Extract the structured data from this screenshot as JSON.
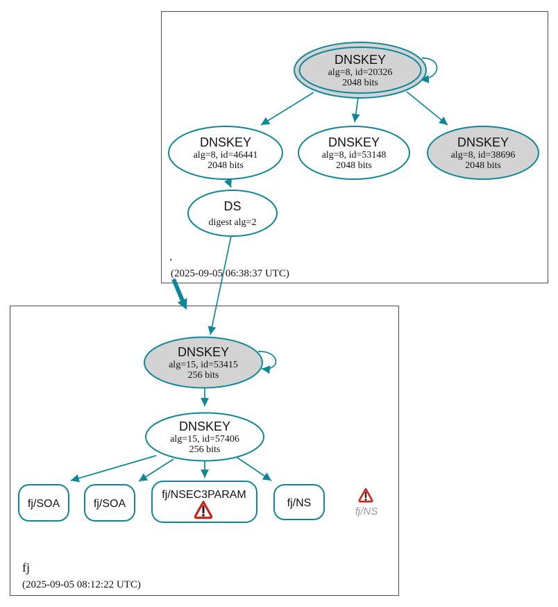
{
  "colors": {
    "edge": "#0a879a",
    "nodefill": "#d3d3d3",
    "warning": "#cb2318",
    "border": "#4a4a4a",
    "muted": "#9a9a9a"
  },
  "icons": {
    "warning": "warning-triangle"
  },
  "zones": {
    "root": {
      "label": ".",
      "timestamp": "(2025-09-05 06:38:37 UTC)",
      "ksk": {
        "title": "DNSKEY",
        "alg": "alg=8, id=20326",
        "bits": "2048 bits"
      },
      "zsk1": {
        "title": "DNSKEY",
        "alg": "alg=8, id=46441",
        "bits": "2048 bits"
      },
      "zsk2": {
        "title": "DNSKEY",
        "alg": "alg=8, id=53148",
        "bits": "2048 bits"
      },
      "zsk3": {
        "title": "DNSKEY",
        "alg": "alg=8, id=38696",
        "bits": "2048 bits"
      },
      "ds": {
        "title": "DS",
        "digest": "digest alg=2"
      }
    },
    "fj": {
      "label": "fj",
      "timestamp": "(2025-09-05 08:12:22 UTC)",
      "ksk": {
        "title": "DNSKEY",
        "alg": "alg=15, id=53415",
        "bits": "256 bits"
      },
      "zsk": {
        "title": "DNSKEY",
        "alg": "alg=15, id=57406",
        "bits": "256 bits"
      },
      "soa1": {
        "label": "fj/SOA"
      },
      "soa2": {
        "label": "fj/SOA"
      },
      "nsec3param": {
        "label": "fj/NSEC3PARAM"
      },
      "ns": {
        "label": "fj/NS"
      },
      "ns_warning": {
        "label": "fj/NS"
      }
    }
  }
}
